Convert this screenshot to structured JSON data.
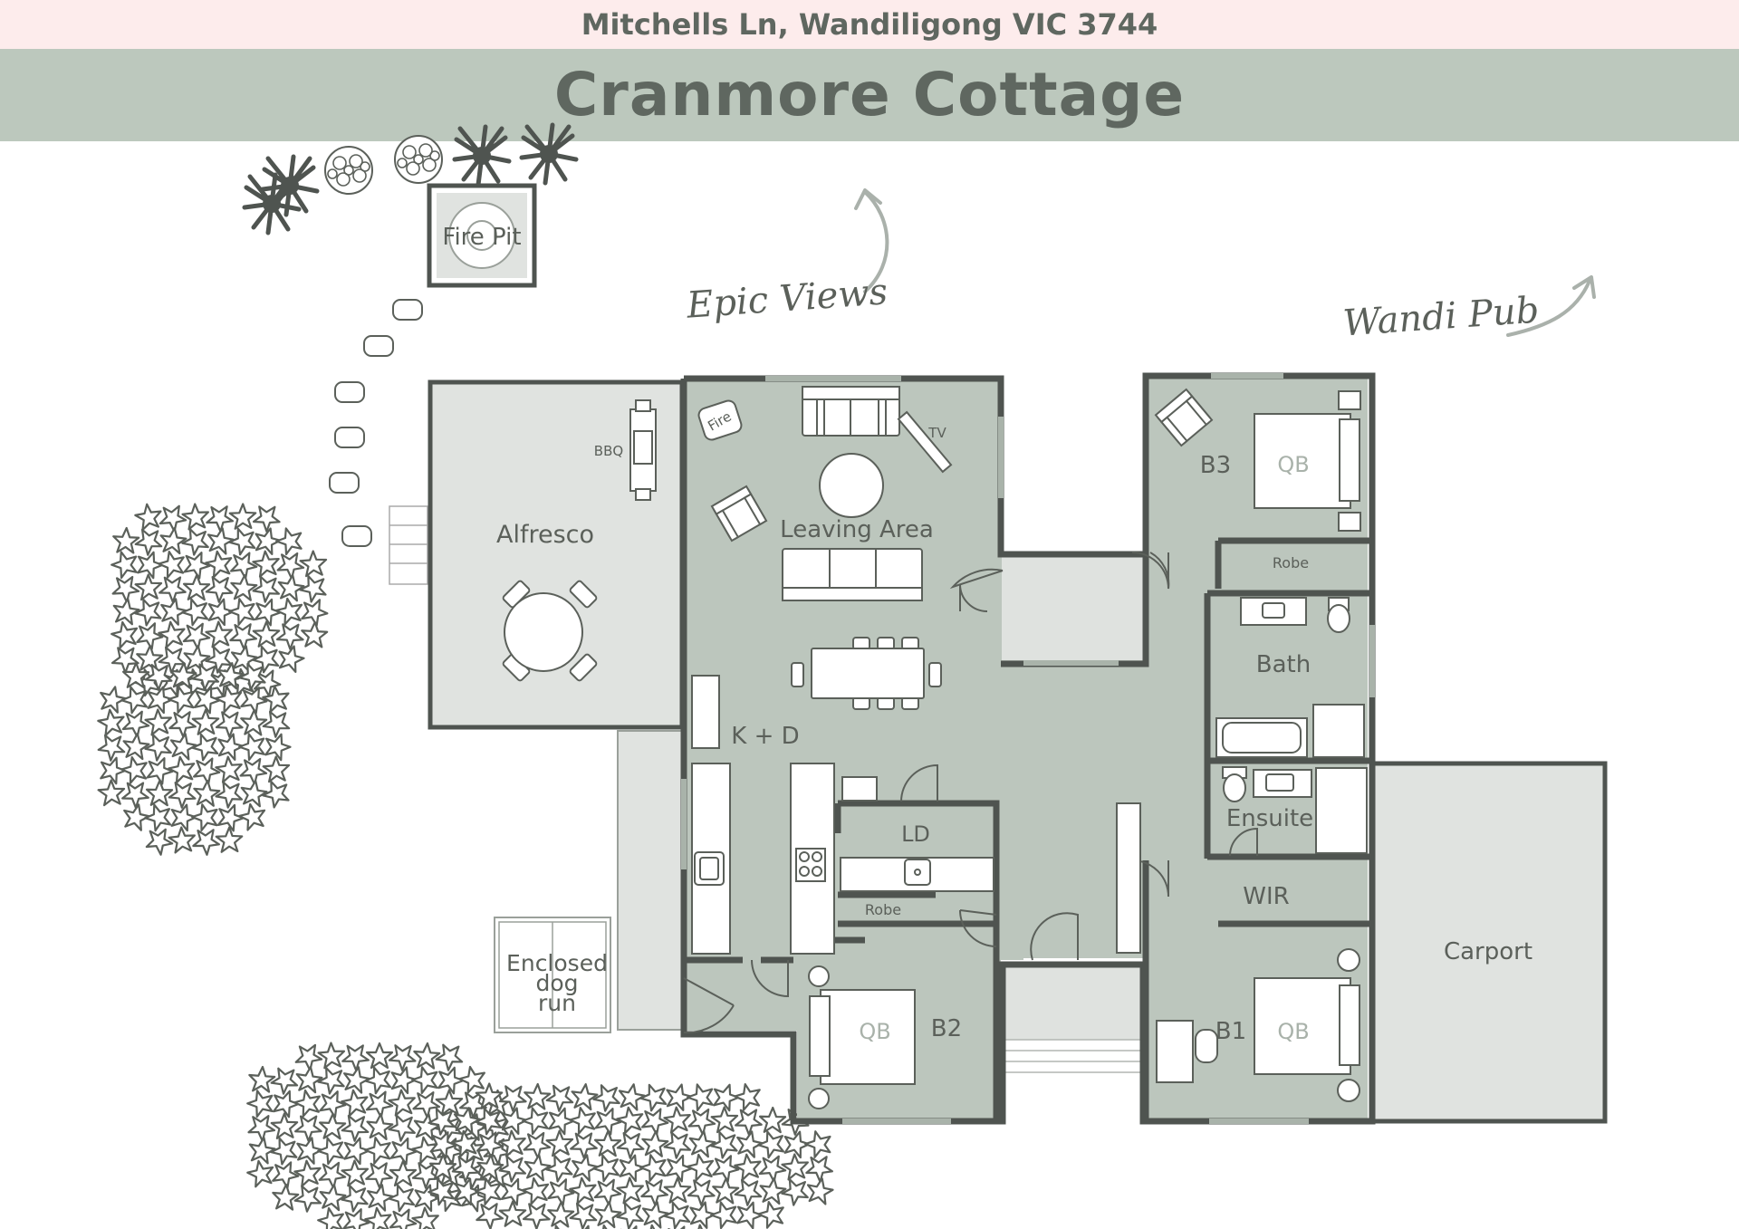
{
  "header": {
    "address": "Mitchells Ln, Wandiligong VIC 3744",
    "title": "Cranmore Cottage"
  },
  "annotations": {
    "epic_views": "Epic Views",
    "wandi_pub": "Wandi Pub"
  },
  "outdoor": {
    "fire_pit": "Fire Pit",
    "alfresco": "Alfresco",
    "bbq": "BBQ",
    "dog_run": [
      "Enclosed",
      "dog",
      "run"
    ],
    "carport": "Carport"
  },
  "rooms": {
    "living": "Leaving Area",
    "fire": "Fire",
    "tv": "TV",
    "kitchen": "K + D",
    "laundry": "LD",
    "robe_ld": "Robe",
    "b1": "B1",
    "b2": "B2",
    "b3": "B3",
    "robe_b3": "Robe",
    "bath": "Bath",
    "ensuite": "Ensuite",
    "wir": "WIR",
    "bed_b1": "QB",
    "bed_b2": "QB",
    "bed_b3": "QB"
  },
  "colors": {
    "wall": "#4f5450",
    "floor": "#bcc6bd",
    "outdoor_floor": "#e0e3e0",
    "foliage": "#5b605a"
  }
}
